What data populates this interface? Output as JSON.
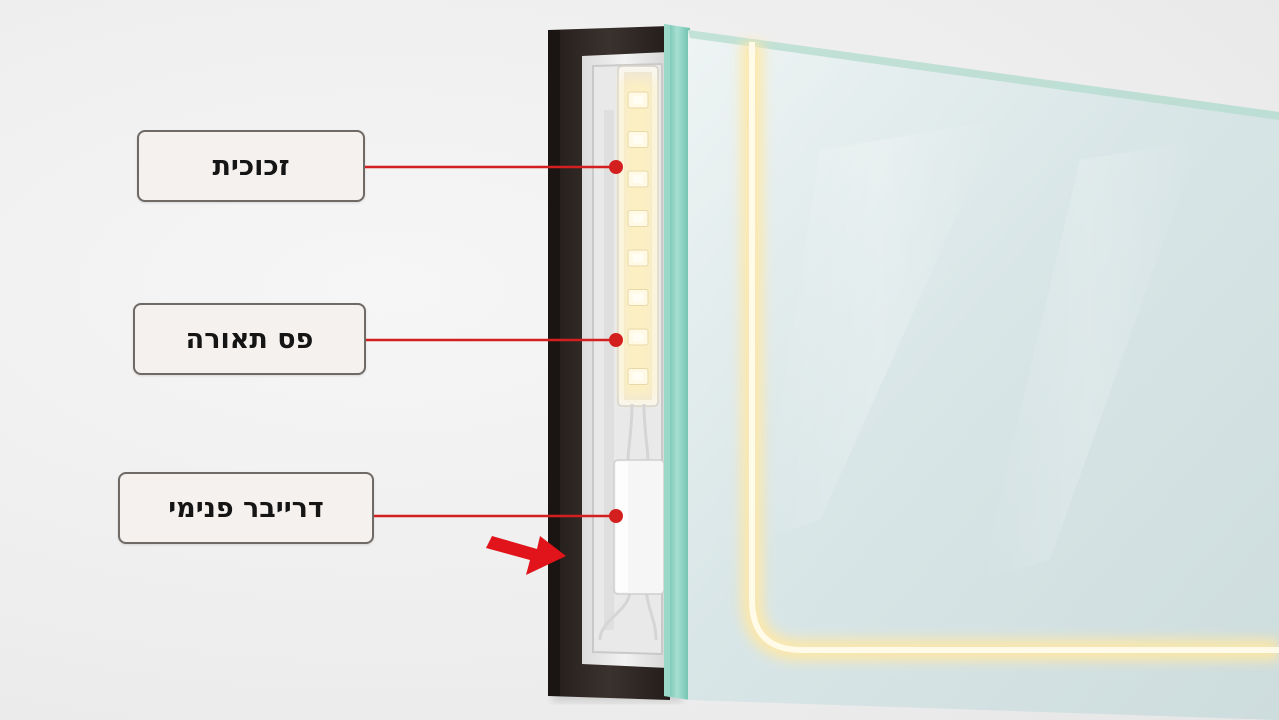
{
  "callouts": [
    {
      "id": "glass",
      "label": "זכוכית"
    },
    {
      "id": "led-strip",
      "label": "פס תאורה"
    },
    {
      "id": "driver",
      "label": "דרייבר פנימי"
    }
  ],
  "colors": {
    "background": "#efefef",
    "frame": "#2e2724",
    "glass_edge": "#7ecbb8",
    "glass_face": "#dfe9ea",
    "led_glow": "#fff3c6",
    "leader_line": "#d41f1f",
    "arrow": "#e0141a",
    "label_border": "#6f6a66"
  },
  "icons": {
    "pointer": "red-arrow-icon"
  }
}
